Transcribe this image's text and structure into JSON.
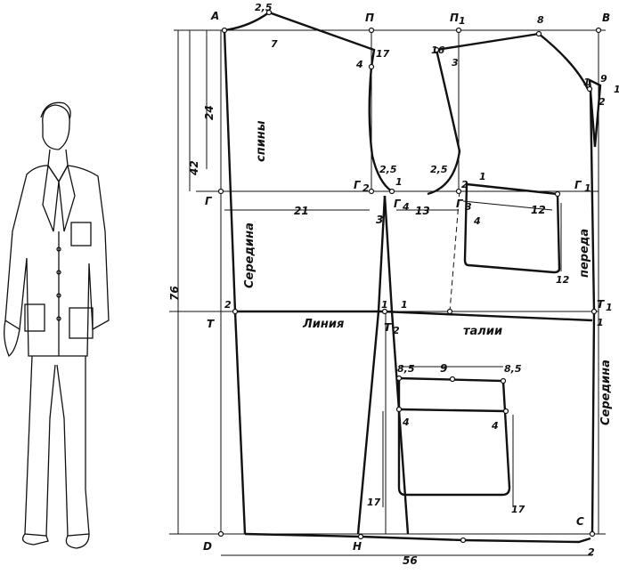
{
  "points": {
    "A": "А",
    "P": "П",
    "P1": "П",
    "P1_sub": "1",
    "B": "В",
    "G": "Г",
    "G1": "Г",
    "G1_sub": "1",
    "G2": "Г",
    "G2_sub": "2",
    "G3": "Г",
    "G3_sub": "3",
    "G4": "Г",
    "G4_sub": "4",
    "T": "Т",
    "T1": "Т",
    "T1_sub": "1",
    "T2": "Т",
    "T2_sub": "2",
    "D": "D",
    "H": "Н",
    "C": "С"
  },
  "dimensions": {
    "v42": "42",
    "v24": "24",
    "v76": "76",
    "h21": "21",
    "h3": "3",
    "h13": "13",
    "h56": "56",
    "h12": "12",
    "h9": "9"
  },
  "numbers": {
    "n25": "2,5",
    "n7": "7",
    "n17a": "17",
    "n4a": "4",
    "n16": "16",
    "n3": "3",
    "n8": "8",
    "n9": "9",
    "n1a": "1",
    "n1b": "1",
    "n2a": "2",
    "n25b": "2,5",
    "n1c": "1",
    "n25c": "2,5",
    "n2b": "2",
    "n1d": "1",
    "n4b": "4",
    "n12a": "12",
    "n12b": "12",
    "n2c": "2",
    "n1e": "1",
    "n1f": "1",
    "n1g": "1",
    "n85a": "8,5",
    "n85b": "8,5",
    "n4c": "4",
    "n4d": "4",
    "n17b": "17",
    "n17c": "17",
    "n2d": "2"
  },
  "rotated_text": {
    "back_center_1": "спины",
    "back_center_2": "Середина",
    "front_center_1": "переда",
    "front_center_2": "Середина",
    "waist_1": "Линия",
    "waist_2": "талии"
  }
}
